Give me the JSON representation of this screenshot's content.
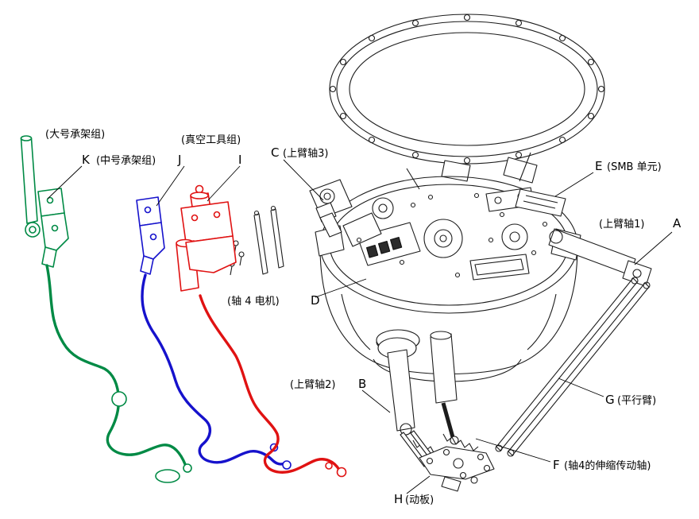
{
  "diagram": {
    "type": "robot-exploded-parts-diagram",
    "labels": [
      {
        "letter": "K",
        "part": "(大号承架组)"
      },
      {
        "letter": "J",
        "part": "(中号承架组)"
      },
      {
        "letter": "I",
        "part": "(真空工具组)"
      },
      {
        "letter": "C",
        "part": "(上臂轴3)"
      },
      {
        "letter": "E",
        "part": "(SMB 单元)"
      },
      {
        "letter": "A",
        "part": "(上臂轴1)"
      },
      {
        "letter": "D",
        "part": "(轴 4 电机)"
      },
      {
        "letter": "B",
        "part": "(上臂轴2)"
      },
      {
        "letter": "G",
        "part": "(平行臂)"
      },
      {
        "letter": "F",
        "part": "(轴4的伸缩传动轴)"
      },
      {
        "letter": "H",
        "part": "(动板)"
      }
    ],
    "colors": {
      "outline": "#1c1c1c",
      "green": "#008a45",
      "blue": "#1612cc",
      "red": "#e01212",
      "dark_fill": "#2b2b2b"
    }
  }
}
